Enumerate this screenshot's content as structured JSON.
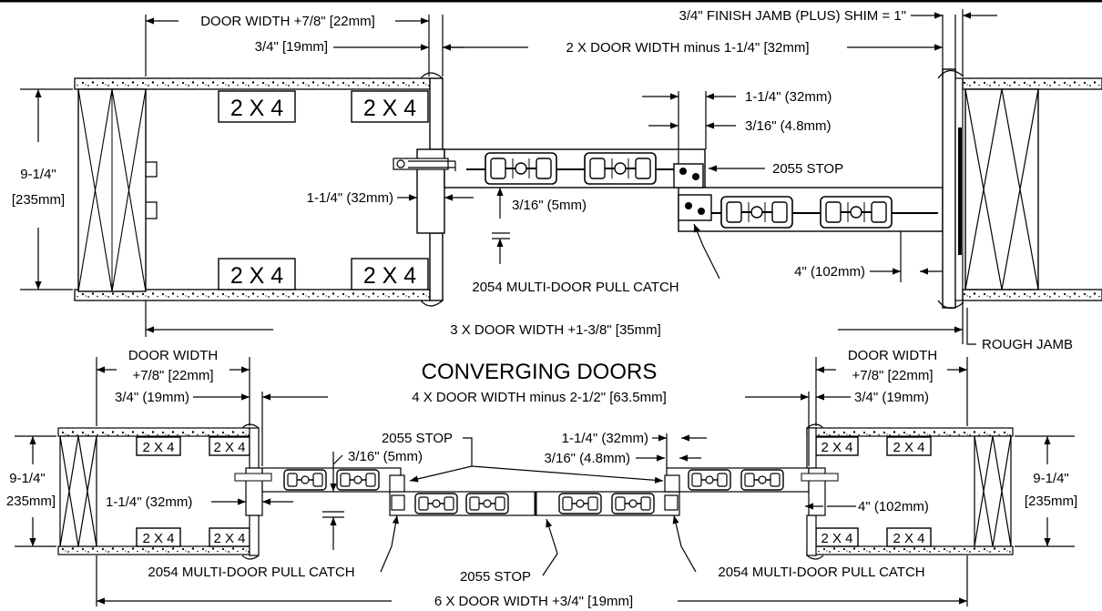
{
  "top": {
    "door_width_78": "DOOR WIDTH +7/8\" [22mm]",
    "three_quarter_19": "3/4\" [19mm]",
    "finish_jamb": "3/4\" FINISH JAMB (PLUS) SHIM = 1\"",
    "two_x_width": "2 X DOOR WIDTH minus 1-1/4\" [32mm]",
    "nine_quarter": "9-1/4\"",
    "mm_235": "[235mm]",
    "stud_label": "2 X 4",
    "one_quarter_32": "1-1/4\" (32mm)",
    "three_sixteenth_48": "3/16\" (4.8mm)",
    "stop_2055": "2055 STOP",
    "one_quarter_32_left": "1-1/4\" (32mm)",
    "three_sixteenth_5": "3/16\" (5mm)",
    "four_102": "4\" (102mm)",
    "pull_catch": "2054 MULTI-DOOR PULL CATCH",
    "three_x_width": "3 X DOOR WIDTH +1-3/8\" [35mm]",
    "rough_jamb": "ROUGH JAMB"
  },
  "bottom": {
    "title": "CONVERGING DOORS",
    "door_width": "DOOR WIDTH",
    "plus_78": "+7/8\" [22mm]",
    "three_quarter_19": "3/4\" (19mm)",
    "four_x_width": "4 X DOOR WIDTH minus 2-1/2\" [63.5mm]",
    "stop_2055_top": "2055 STOP",
    "one_quarter_32": "1-1/4\" (32mm)",
    "three_sixteenth_5": "3/16\" (5mm)",
    "three_sixteenth_48": "3/16\" (4.8mm)",
    "nine_quarter": "9-1/4\"",
    "mm_235_left": "235mm]",
    "mm_235_right": "[235mm]",
    "one_quarter_32_left": "1-1/4\" (32mm)",
    "four_102": "4\" (102mm)",
    "stud_label": "2 X 4",
    "pull_catch_left": "2054 MULTI-DOOR PULL CATCH",
    "stop_2055_bottom": "2055 STOP",
    "pull_catch_right": "2054 MULTI-DOOR PULL CATCH",
    "six_x_width": "6 X DOOR WIDTH +3/4\" [19mm]"
  }
}
